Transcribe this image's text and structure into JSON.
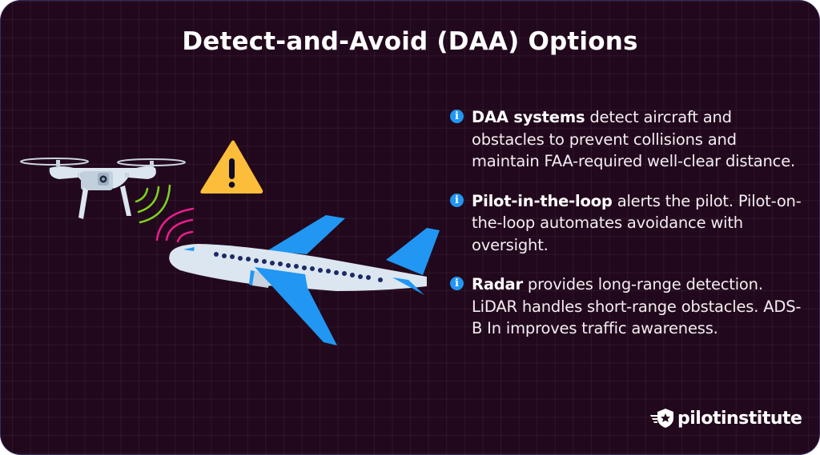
{
  "title": "Detect-and-Avoid (DAA) Options",
  "colors": {
    "background": "#22081c",
    "info_icon": "#2196f3",
    "warning": "#fbbd3a",
    "signal_drone": "#7ed321",
    "signal_plane": "#e91e8c",
    "plane_body": "#dbe6f0",
    "plane_accent": "#2196f3"
  },
  "info_items": [
    {
      "icon": "info-icon",
      "bold": "DAA systems",
      "text": " detect aircraft and obstacles to prevent collisions and maintain FAA-required well-clear distance."
    },
    {
      "icon": "info-icon",
      "bold": "Pilot-in-the-loop",
      "text": " alerts the pilot. Pilot-on-the-loop automates avoidance with oversight."
    },
    {
      "icon": "info-icon",
      "bold": "Radar",
      "text": " provides long-range detection. LiDAR handles short-range obstacles. ADS-B In improves traffic awareness."
    }
  ],
  "info_icon_glyph": "i",
  "warning_glyph": "!",
  "illustration": {
    "drone": "drone-icon",
    "warning": "warning-triangle-icon",
    "airplane": "airplane-icon"
  },
  "logo": {
    "icon": "shield-star-wings-icon",
    "text": "pilotinstitute"
  }
}
